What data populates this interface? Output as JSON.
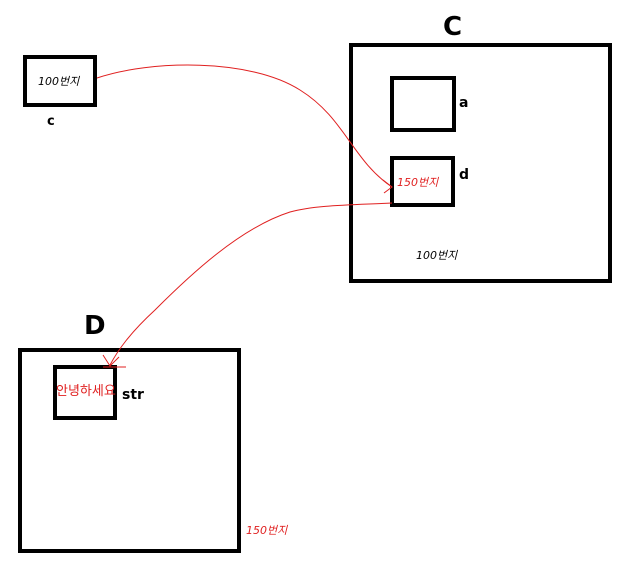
{
  "pointer_c": {
    "name": "c",
    "value": "100번지"
  },
  "object_C": {
    "title": "C",
    "address": "100번지",
    "field_a": {
      "name": "a"
    },
    "field_d": {
      "name": "d",
      "value": "150번지"
    }
  },
  "object_D": {
    "title": "D",
    "address": "150번지",
    "field_str": {
      "name": "str",
      "value": "안녕하세요"
    }
  },
  "colors": {
    "arrow": "#e02020",
    "text_red": "#e02020",
    "outline": "#000000"
  }
}
